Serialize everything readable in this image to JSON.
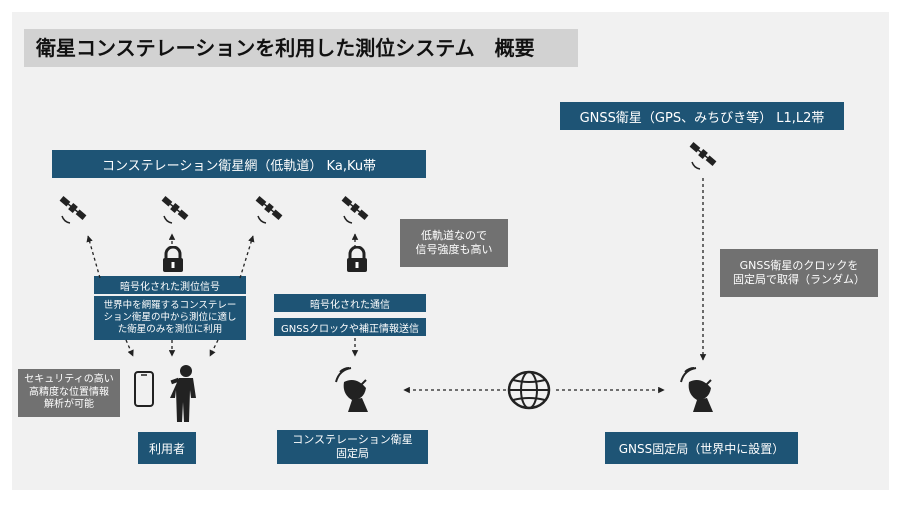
{
  "title": "衛星コンステレーションを利用した測位システム　概要",
  "labels": {
    "constellation_band": "コンステレーション衛星網（低軌道） Ka,Ku帯",
    "gnss_band": "GNSS衛星（GPS、みちびき等） L1,L2帯",
    "encrypted_signal": "暗号化された測位信号",
    "world_selection": "世界中を網羅するコンステレー\nション衛星の中から測位に適し\nた衛星のみを測位に利用",
    "encrypted_comm": "暗号化された通信",
    "gnss_clock_send": "GNSSクロックや補正情報送信",
    "user": "利用者",
    "constellation_station": "コンステレーション衛星\n固定局",
    "gnss_station": "GNSS固定局（世界中に設置）"
  },
  "notes": {
    "low_orbit": "低軌道なので\n信号強度も高い",
    "gnss_clock": "GNSS衛星のクロックを\n固定局で取得（ランダム）",
    "security": "セキュリティの高い\n高精度な位置情報\n解析が可能"
  },
  "colors": {
    "accent_blue": "#1e5475",
    "note_gray": "#717171",
    "title_gray": "#d2d2d2",
    "panel_bg": "#f1f1f1"
  }
}
